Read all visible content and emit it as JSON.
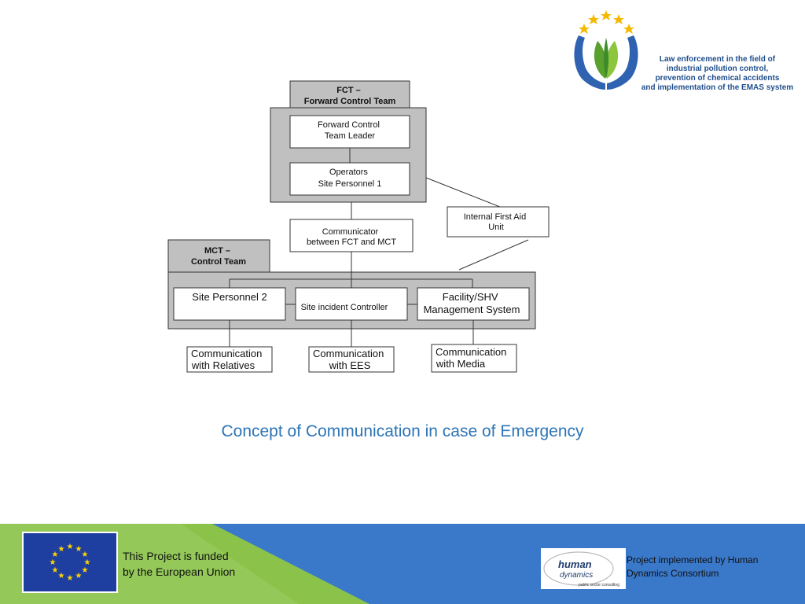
{
  "logo": {
    "lines": [
      "Law enforcement in the field of",
      "industrial pollution control,",
      "prevention of chemical accidents",
      "and implementation of the EMAS system"
    ]
  },
  "diagram": {
    "fct_header": [
      "FCT –",
      "Forward Control Team"
    ],
    "fct_leader": [
      "Forward Control",
      "Team Leader"
    ],
    "operators": [
      "Operators",
      "Site Personnel 1"
    ],
    "first_aid": [
      "Internal First Aid",
      "Unit"
    ],
    "communicator": [
      "Communicator",
      "between FCT and MCT"
    ],
    "mct_header": [
      "MCT –",
      "Control Team"
    ],
    "site_personnel_2": [
      "Site Personnel 2"
    ],
    "site_incident_controller": [
      "Site incident Controller"
    ],
    "facility_shv": [
      "Facility/SHV",
      "Management System"
    ],
    "comm_relatives": [
      "Communication",
      "with Relatives"
    ],
    "comm_ees": [
      "Communication",
      "with EES"
    ],
    "comm_media": [
      "Communication",
      "with Media"
    ]
  },
  "caption": "Concept of Communication in case of Emergency",
  "footer": {
    "eu_line1": "This Project is funded",
    "eu_line2": "by the European Union",
    "hd_logo_word1": "human",
    "hd_logo_word2": "dynamics",
    "hd_logo_tagline": "public sector consulting",
    "implemented_text": "Project implemented by Human Dynamics Consortium"
  },
  "colors": {
    "caption": "#2e75b6",
    "footer_blue": "#3a78c9",
    "footer_green": "#8bc34a",
    "eu_blue": "#1f3fa0",
    "eu_star": "#ffd500",
    "diagram_gray": "#c0c0c0"
  }
}
